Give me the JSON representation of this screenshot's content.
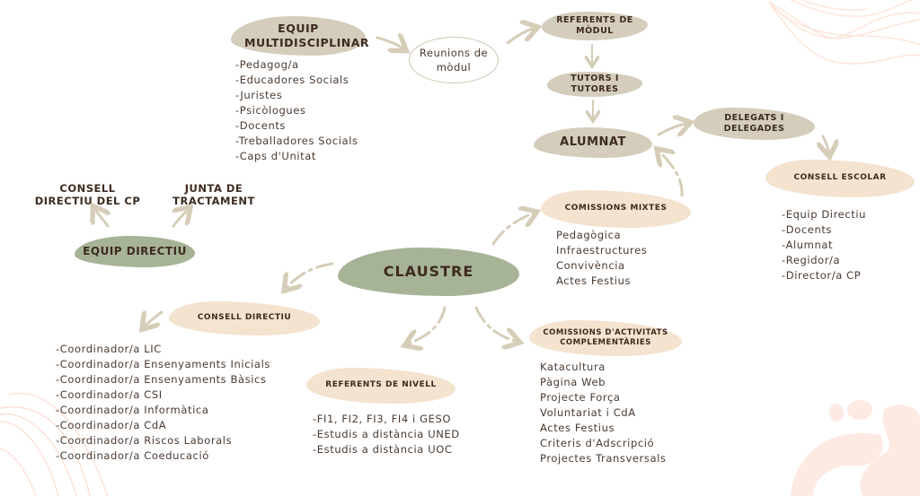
{
  "colors": {
    "taupe": "#d4cdbb",
    "sage": "#a7b397",
    "peach": "#f3e3cf",
    "text": "#3d2b20",
    "arrow": "#d6cdb8",
    "decoration": "#fde6dc"
  },
  "nodes": {
    "equip_multidisciplinar": "EQUIP MULTIDISCIPLINAR",
    "reunions_modul": "Reunions de mòdul",
    "referents_modul": "REFERENTS DE MÒDUL",
    "tutors": "TUTORS I TUTORES",
    "alumnat": "ALUMNAT",
    "delegats": "DELEGATS I DELEGADES",
    "consell_escolar": "CONSELL ESCOLAR",
    "comissions_mixtes": "COMISSIONS MIXTES",
    "consell_directiu_cp": "CONSELL DIRECTIU DEL CP",
    "junta_tractament": "JUNTA DE TRACTAMENT",
    "equip_directiu": "EQUIP DIRECTIU",
    "claustre": "CLAUSTRE",
    "consell_directiu": "CONSELL DIRECTIU",
    "referents_nivell": "REFERENTS DE NIVELL",
    "comissions_activitats": "COMISSIONS D'ACTIVITATS COMPLEMENTÀRIES"
  },
  "lists": {
    "equip_multidisciplinar": [
      "-Pedagog/a",
      "-Educadores Socials",
      "-Juristes",
      "-Psicòlogues",
      "-Docents",
      "-Treballadores Socials",
      "-Caps d'Unitat"
    ],
    "consell_escolar": [
      "-Equip Directiu",
      "-Docents",
      "-Alumnat",
      "-Regidor/a",
      "-Director/a CP"
    ],
    "comissions_mixtes": [
      "Pedagògica",
      "Infraestructures",
      "Convivència",
      "Actes Festius"
    ],
    "consell_directiu": [
      "-Coordinador/a LIC",
      "-Coordinador/a Ensenyaments Inicials",
      "-Coordinador/a Ensenyaments Bàsics",
      "-Coordinador/a CSI",
      "-Coordinador/a Informàtica",
      "-Coordinador/a CdA",
      "-Coordinador/a Riscos Laborals",
      "-Coordinador/a Coeducació"
    ],
    "referents_nivell": [
      "-FI1, FI2, FI3, FI4 i GESO",
      "-Estudis a distància UNED",
      "-Estudis a distància UOC"
    ],
    "comissions_activitats": [
      "Katacultura",
      "Pàgina Web",
      "Projecte Força",
      "Voluntariat i CdA",
      "Actes Festius",
      "Criteris d'Adscripció",
      "Projectes Transversals"
    ]
  }
}
